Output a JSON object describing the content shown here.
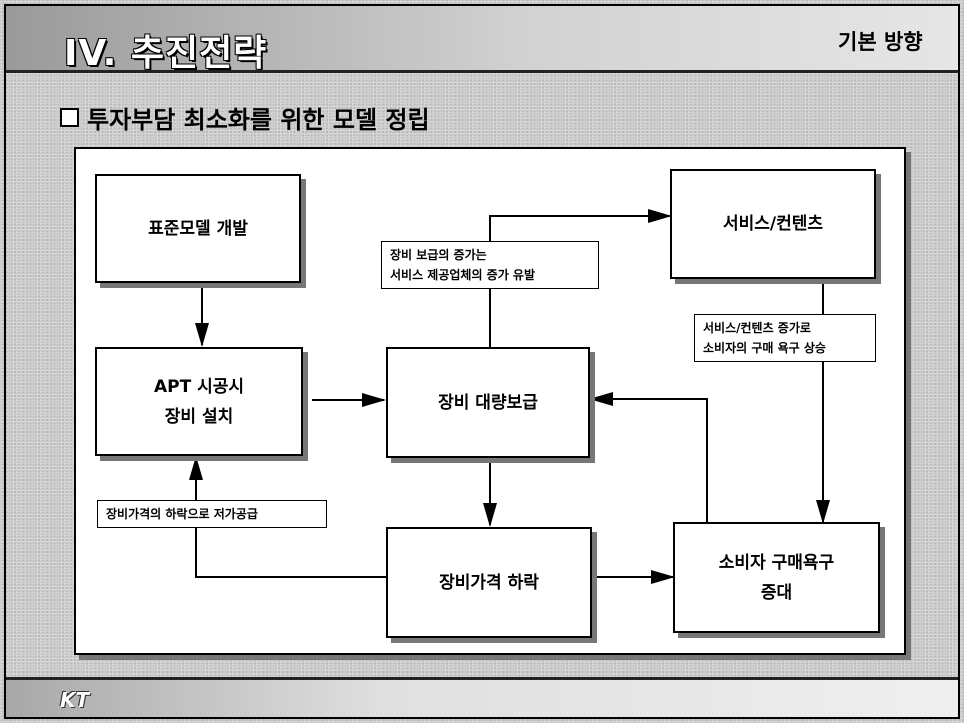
{
  "header": {
    "section_title": "IV. 추진전략",
    "right_label": "기본 방향"
  },
  "subtitle": "투자부담 최소화를 위한 모델 정립",
  "diagram": {
    "boxes": {
      "standard_model": "표준모델 개발",
      "apt_install": "APT 시공시\n장비 설치",
      "mass_supply": "장비 대량보급",
      "service_content": "서비스/컨텐츠",
      "price_drop": "장비가격 하락",
      "purchase_demand": "소비자 구매욕구\n증대"
    },
    "notes": {
      "supply_to_service": "장비 보급의 증가는\n서비스 제공업체의 증가 유발",
      "service_to_demand": "서비스/컨텐츠 증가로\n소비자의 구매 욕구 상승",
      "price_to_apt": "장비가격의 하락으로 저가공급"
    }
  },
  "footer": {
    "logo": "KT"
  }
}
